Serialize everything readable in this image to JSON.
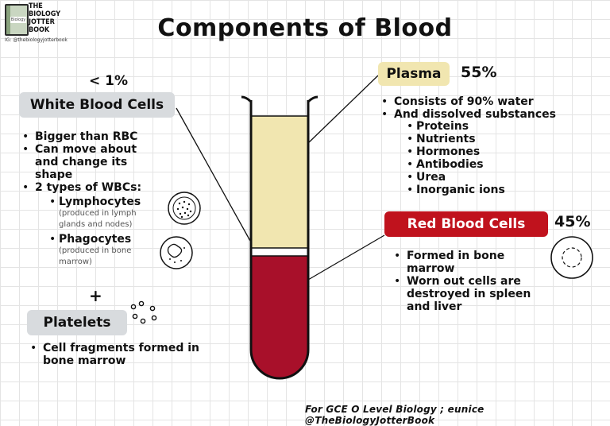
{
  "title": "Components of Blood",
  "logo": {
    "text": "THE BIOLOGY JOTTER BOOK",
    "handle": "IG: @thebiologyjotterbook"
  },
  "white_blood_cells": {
    "label": "White Blood Cells",
    "percent": "< 1%",
    "points": [
      "Bigger than RBC",
      "Can move about and change its shape",
      "2 types of WBCs:"
    ],
    "types": [
      {
        "name": "Lymphocytes",
        "note": "(produced in lymph glands and nodes)"
      },
      {
        "name": "Phagocytes",
        "note": "(produced in bone marrow)"
      }
    ]
  },
  "plus": "+",
  "platelets": {
    "label": "Platelets",
    "points": [
      "Cell fragments formed in bone marrow"
    ]
  },
  "plasma": {
    "label": "Plasma",
    "percent": "55%",
    "points": [
      "Consists of 90% water",
      "And dissolved substances"
    ],
    "substances": [
      "Proteins",
      "Nutrients",
      "Hormones",
      "Antibodies",
      "Urea",
      "Inorganic ions"
    ]
  },
  "red_blood_cells": {
    "label": "Red Blood Cells",
    "percent": "45%",
    "points": [
      "Formed in bone marrow",
      "Worn out cells are destroyed in spleen and liver"
    ]
  },
  "footer": "For GCE O Level Biology ; eunice @TheBiologyJotterBook",
  "colors": {
    "plasma": "#f1e6b0",
    "red_cells": "#a8102a",
    "buffy_coat": "#ffffff",
    "wbc_pill": "#d8dbde",
    "rbc_pill": "#c0121d"
  }
}
